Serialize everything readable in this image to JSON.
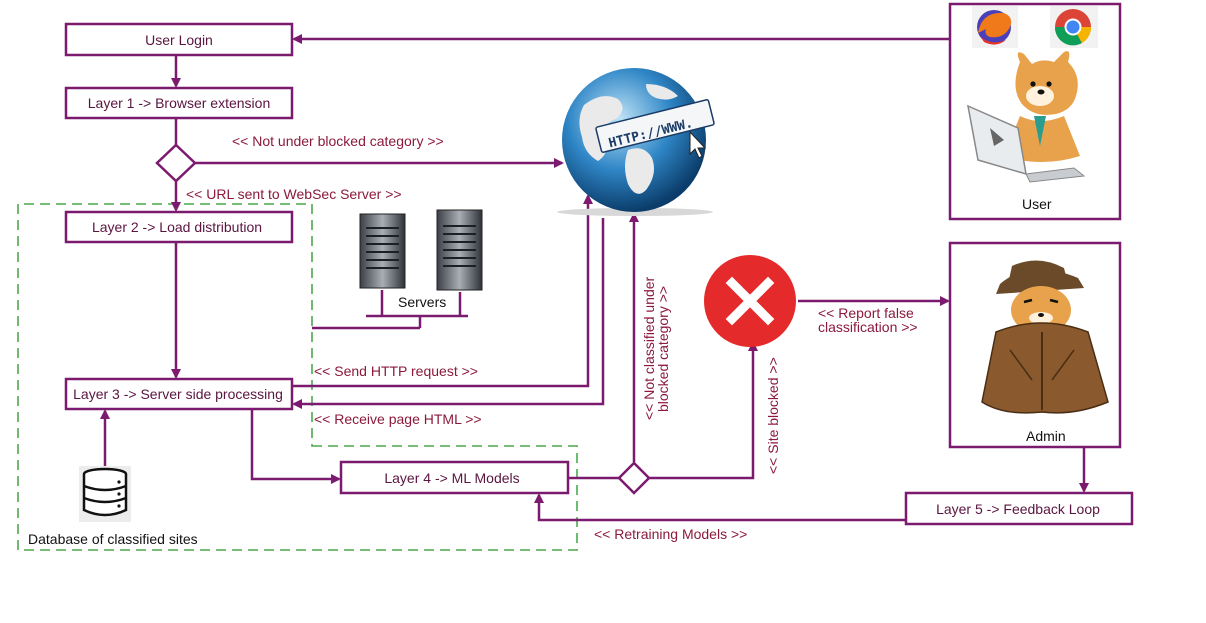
{
  "colors": {
    "box_stroke": "#7b1a6e",
    "arrow": "#7b1a6e",
    "dashed_green": "#4ca84c",
    "label_text": "#8b1a3c",
    "block_red": "#e42a2a"
  },
  "boxes": {
    "user_login": "User Login",
    "layer1": "Layer 1 -> Browser extension",
    "layer2": "Layer 2 -> Load distribution",
    "layer3": "Layer 3 -> Server side processing",
    "layer4": "Layer 4 -> ML Models",
    "layer5": "Layer 5 -> Feedback Loop"
  },
  "edges": {
    "not_blocked": "<< Not under blocked category >>",
    "url_sent": "<< URL sent to WebSec Server >>",
    "send_http": "<< Send HTTP request >>",
    "receive_html": "<< Receive page HTML >>",
    "not_classified_1": "<< Not classified under",
    "not_classified_2": "blocked category >>",
    "site_blocked": "<< Site blocked >>",
    "report_1": "<< Report false",
    "report_2": "classification >>",
    "retraining": "<< Retraining Models >>"
  },
  "labels": {
    "servers": "Servers",
    "database": "Database of classified sites",
    "user": "User",
    "admin": "Admin",
    "globe_banner": "HTTP://WWW."
  },
  "icons": {
    "firefox": "firefox-icon",
    "chrome": "chrome-icon",
    "globe": "globe-icon",
    "server": "server-icon",
    "database": "database-icon",
    "blocked": "blocked-x-icon",
    "user_character": "user-character-icon",
    "admin_character": "admin-character-icon"
  }
}
